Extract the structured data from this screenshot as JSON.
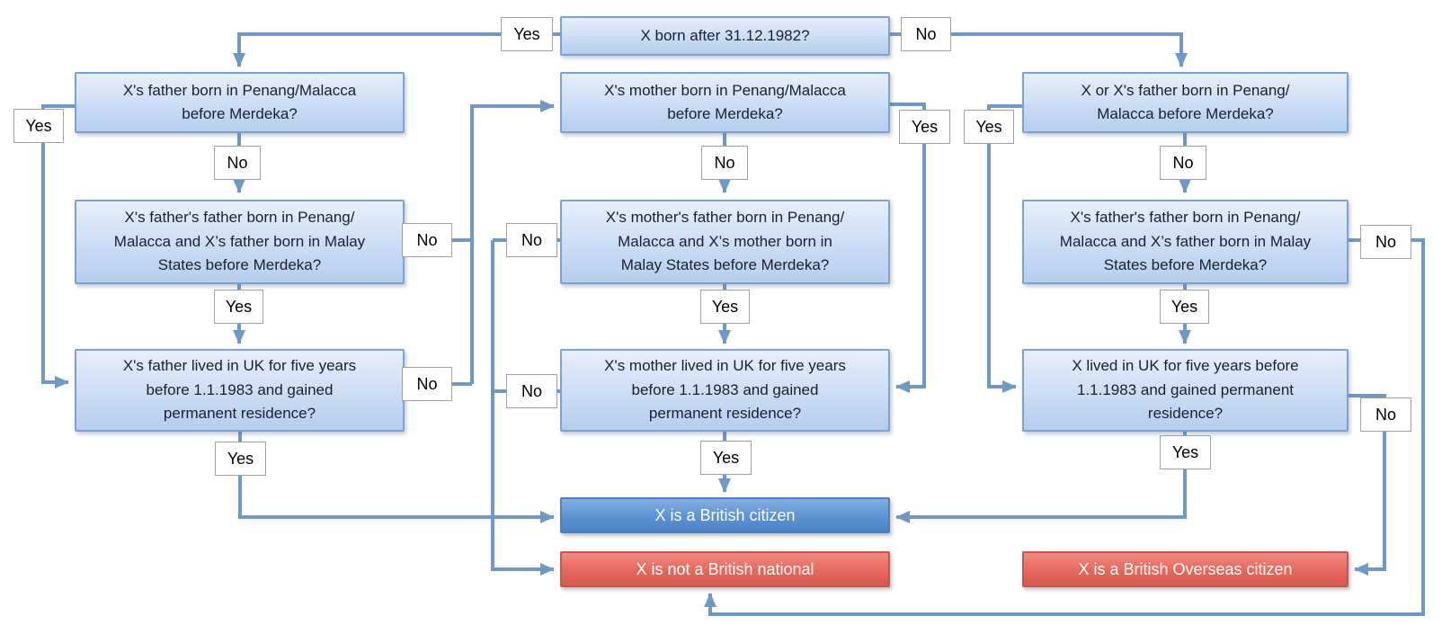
{
  "diagram": {
    "type": "flowchart",
    "nodes": {
      "root": {
        "text": "X born after 31.12.1982?"
      },
      "father_born": {
        "text": "X's father born in Penang/Malacca\nbefore Merdeka?"
      },
      "father_gf": {
        "text": "X's father's father born in Penang/\nMalacca and X’s father born in Malay\nStates before Merdeka?"
      },
      "father_uk": {
        "text": "X's father lived in UK for five years\nbefore 1.1.1983 and gained\npermanent residence?"
      },
      "mother_born": {
        "text": "X's mother born in Penang/Malacca\nbefore Merdeka?"
      },
      "mother_gf": {
        "text": "X's mother's father born in Penang/\nMalacca and X’s mother born in\nMalay States before Merdeka?"
      },
      "mother_uk": {
        "text": "X's mother lived in UK for five years\nbefore 1.1.1983 and gained\npermanent residence?"
      },
      "x_born": {
        "text": "X or X's father born in Penang/\nMalacca before Merdeka?"
      },
      "x_gf": {
        "text": "X's father's father born in Penang/\nMalacca and X’s father born in Malay\nStates before Merdeka?"
      },
      "x_uk": {
        "text": "X lived in UK for five years before\n1.1.1983 and gained permanent\nresidence?"
      },
      "result_citizen": {
        "text": "X is a British citizen"
      },
      "result_not_national": {
        "text": "X is not a British national"
      },
      "result_overseas": {
        "text": "X is a British Overseas citizen"
      }
    },
    "edge_labels": {
      "root_yes": "Yes",
      "root_no": "No",
      "father_born_yes": "Yes",
      "father_born_no": "No",
      "father_gf_no": "No",
      "father_gf_yes": "Yes",
      "father_uk_no": "No",
      "father_uk_yes": "Yes",
      "mother_born_yes": "Yes",
      "mother_born_no": "No",
      "mother_gf_no": "No",
      "mother_gf_yes": "Yes",
      "mother_uk_no": "No",
      "mother_uk_yes": "Yes",
      "x_born_yes": "Yes",
      "x_born_no": "No",
      "x_gf_no": "No",
      "x_gf_yes": "Yes",
      "x_uk_no": "No",
      "x_uk_yes": "Yes"
    },
    "colors": {
      "connector": "#6f98c5",
      "question_fill_bottom": "#b5cdee",
      "question_border": "#7ca2d4",
      "question_text": "#1a2030",
      "label_border": "#a0a0a0",
      "label_text": "#000000",
      "citizen_fill": "#5b93d0",
      "citizen_border": "#4a7fc1",
      "negative_fill": "#e4685e",
      "negative_border": "#c4564e",
      "result_text": "#ffffff"
    }
  }
}
